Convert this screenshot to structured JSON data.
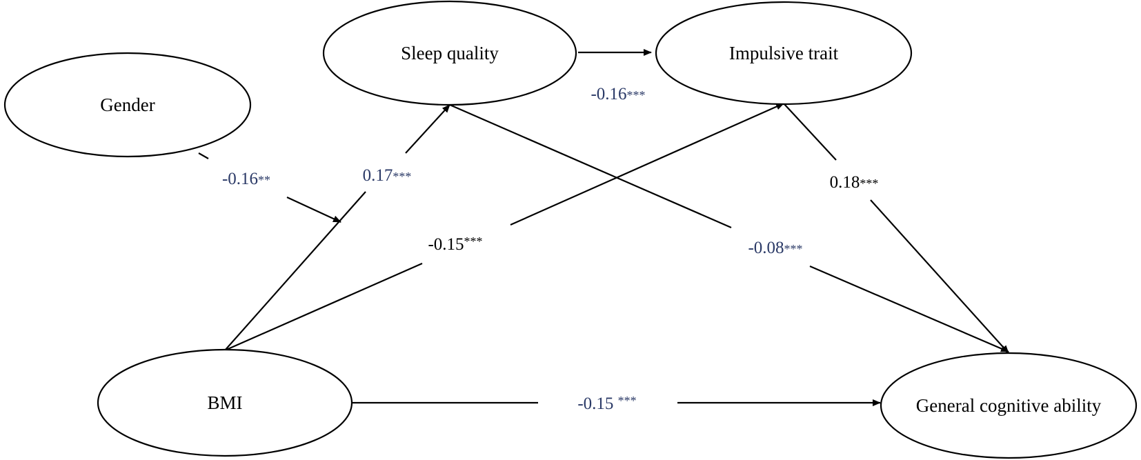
{
  "colors": {
    "node_stroke": "#000000",
    "edge_stroke": "#000000",
    "coef_blue": "#2b3a67",
    "coef_black": "#000000",
    "background": "#ffffff"
  },
  "nodes": {
    "gender": {
      "label": "Gender"
    },
    "sleep_quality": {
      "label": "Sleep quality"
    },
    "impulsive_trait": {
      "label": "Impulsive trait"
    },
    "bmi": {
      "label": "BMI"
    },
    "general_cognitive_ability": {
      "label": "General cognitive ability"
    }
  },
  "paths": {
    "gender_moderation": {
      "coef": "-0.16",
      "stars": "**"
    },
    "sleep_to_impulsive": {
      "coef": "-0.16",
      "stars": "***"
    },
    "bmi_to_sleep": {
      "coef": "0.17",
      "stars": "***"
    },
    "bmi_to_impulsive": {
      "coef": "-0.15",
      "stars": "***"
    },
    "sleep_to_cognitive": {
      "coef": "-0.08",
      "stars": "***"
    },
    "impulsive_to_cognitive": {
      "coef": "0.18",
      "stars": "***"
    },
    "bmi_to_cognitive": {
      "coef": "-0.15 ",
      "stars": "***"
    }
  }
}
